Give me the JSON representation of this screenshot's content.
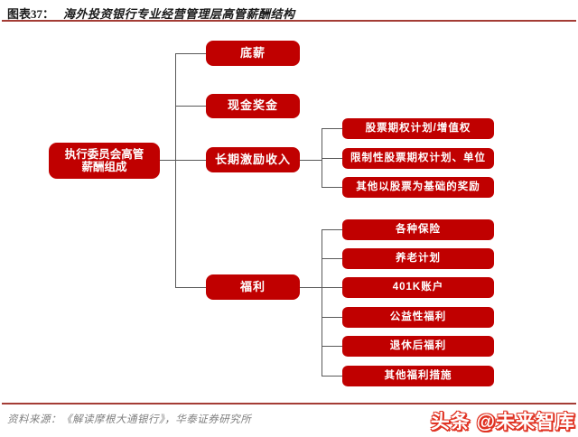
{
  "header": {
    "figure_label": "图表37：",
    "figure_title": "海外投资银行专业经营管理层高管薪酬结构"
  },
  "colors": {
    "node_red": "#c00000",
    "rule_red": "#a43c35",
    "connector_gray": "#595959",
    "source_gray": "#7f7f7f",
    "logo_red": "#e03222",
    "node_text": "#ffffff"
  },
  "tree": {
    "root": {
      "label": "执行委员会高管薪酬组成",
      "line1": "执行委员会高管",
      "line2": "薪酬组成"
    },
    "children": [
      {
        "label": "底薪"
      },
      {
        "label": "现金奖金"
      },
      {
        "label": "长期激励收入",
        "children": [
          {
            "label": "股票期权计划/增值权"
          },
          {
            "label": "限制性股票期权计划、单位"
          },
          {
            "label": "其他以股票为基础的奖励"
          }
        ]
      },
      {
        "label": "福利",
        "children": [
          {
            "label": "各种保险"
          },
          {
            "label": "养老计划"
          },
          {
            "label": "401K账户"
          },
          {
            "label": "公益性福利"
          },
          {
            "label": "退休后福利"
          },
          {
            "label": "其他福利措施"
          }
        ]
      }
    ]
  },
  "footer": {
    "source": "资料来源：《解读摩根大通银行》，华泰证券研究所"
  },
  "watermark": {
    "text": "头条 @未来智库"
  }
}
